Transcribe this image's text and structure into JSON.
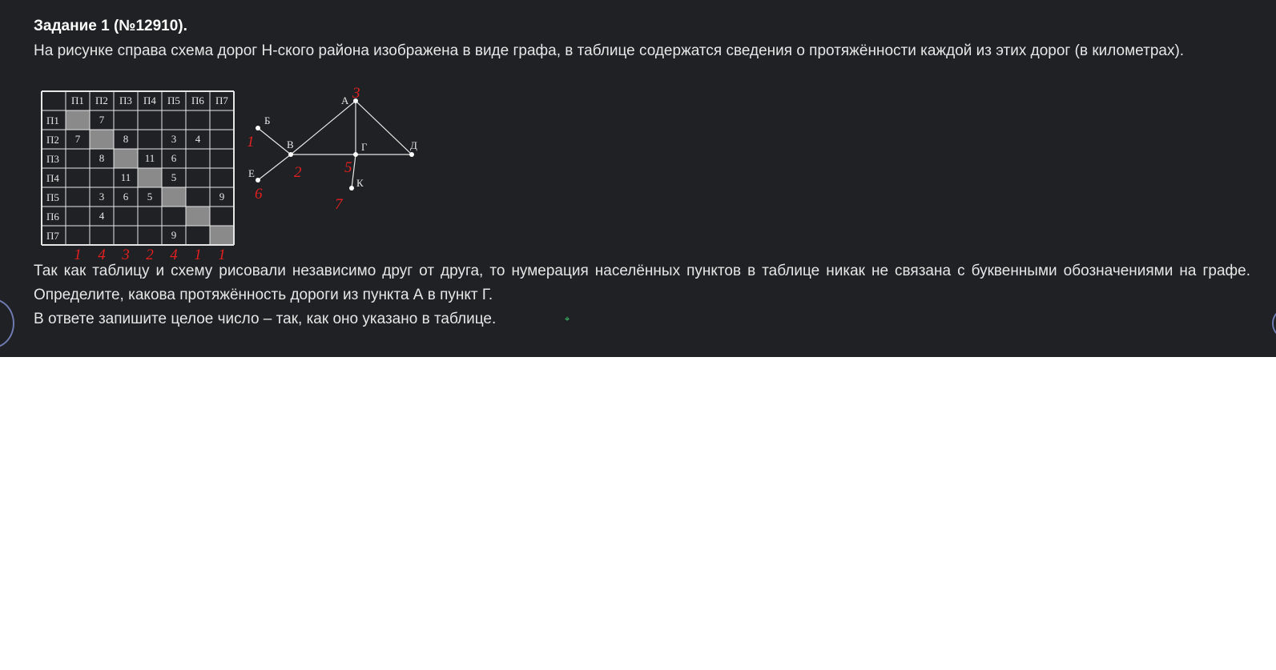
{
  "task": {
    "title": "Задание 1 (№12910).",
    "intro": "На рисунке справа схема дорог Н-ского района изображена в виде графа, в таблице содержатся сведения о протяжённости каждой из этих дорог (в километрах).",
    "note": "Так как таблицу и схему рисовали независимо друг от друга, то нумерация населённых пунктов в таблице никак не связана с буквенными обозначениями на графе. Определите, какова протяжённость дороги из пункта А в пункт Г.",
    "answer_instruction": "В ответе запишите целое число – так, как оно указано в таблице."
  },
  "table": {
    "headers": [
      "П1",
      "П2",
      "П3",
      "П4",
      "П5",
      "П6",
      "П7"
    ],
    "rows": [
      {
        "label": "П1",
        "cells": [
          "",
          "7",
          "",
          "",
          "",
          "",
          ""
        ]
      },
      {
        "label": "П2",
        "cells": [
          "7",
          "",
          "8",
          "",
          "3",
          "4",
          ""
        ]
      },
      {
        "label": "П3",
        "cells": [
          "",
          "8",
          "",
          "11",
          "6",
          "",
          ""
        ]
      },
      {
        "label": "П4",
        "cells": [
          "",
          "",
          "11",
          "",
          "5",
          "",
          ""
        ]
      },
      {
        "label": "П5",
        "cells": [
          "",
          "3",
          "6",
          "5",
          "",
          "",
          "9"
        ]
      },
      {
        "label": "П6",
        "cells": [
          "",
          "4",
          "",
          "",
          "",
          "",
          ""
        ]
      },
      {
        "label": "П7",
        "cells": [
          "",
          "",
          "",
          "",
          "9",
          "",
          ""
        ]
      }
    ],
    "handwritten_below": [
      "1",
      "4",
      "3",
      "2",
      "4",
      "1",
      "1"
    ]
  },
  "graph": {
    "nodes": [
      {
        "id": "A",
        "label": "А",
        "annotation": "3"
      },
      {
        "id": "B",
        "label": "Б",
        "annotation": "1"
      },
      {
        "id": "V",
        "label": "В",
        "annotation": "2"
      },
      {
        "id": "G",
        "label": "Г",
        "annotation": "5"
      },
      {
        "id": "D",
        "label": "Д",
        "annotation": ""
      },
      {
        "id": "E",
        "label": "Е",
        "annotation": "6"
      },
      {
        "id": "K",
        "label": "К",
        "annotation": "7"
      }
    ]
  },
  "colors": {
    "background": "#202124",
    "text": "#e6e6e6",
    "handwriting": "#e02020",
    "diagonal_cell": "#8a8a8a"
  }
}
